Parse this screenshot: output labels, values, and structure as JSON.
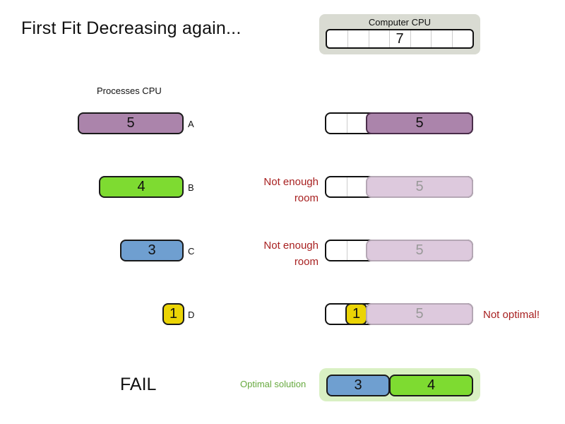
{
  "slide": {
    "title": "First Fit Decreasing again..."
  },
  "computer_cpu": {
    "label": "Computer CPU",
    "capacity_value": "7",
    "cells": 7
  },
  "processes": {
    "heading": "Processes CPU",
    "items": [
      {
        "label": "A",
        "value": "5"
      },
      {
        "label": "B",
        "value": "4"
      },
      {
        "label": "C",
        "value": "3"
      },
      {
        "label": "D",
        "value": "1"
      }
    ]
  },
  "attempts": {
    "row1": {
      "placed_value": "5"
    },
    "row2": {
      "note_line1": "Not enough",
      "note_line2": "room",
      "ghost_value": "5"
    },
    "row3": {
      "note_line1": "Not enough",
      "note_line2": "room",
      "ghost_value": "5"
    },
    "row4": {
      "placed_value": "1",
      "ghost_value": "5",
      "note": "Not optimal!"
    }
  },
  "result": {
    "fail_text": "FAIL",
    "optimal_label": "Optimal solution",
    "optimal_blocks": [
      {
        "value": "3"
      },
      {
        "value": "4"
      }
    ]
  },
  "colors": {
    "process_a_purple": "#ab84ab",
    "process_b_green": "#7edb31",
    "process_c_blue": "#6f9fd0",
    "process_d_yellow": "#ebd405",
    "placed_purple_border": "#4a2d4a",
    "ghost_purple_fill": "#ddc9dd",
    "ghost_purple_border": "#b5a7b5",
    "ghost_text_gray": "#999999",
    "error_red": "#a82121",
    "optimal_green_text": "#67a93f",
    "optimal_bg_green": "#d9f0c3",
    "cpu_panel_gray": "#d9dbd2"
  }
}
